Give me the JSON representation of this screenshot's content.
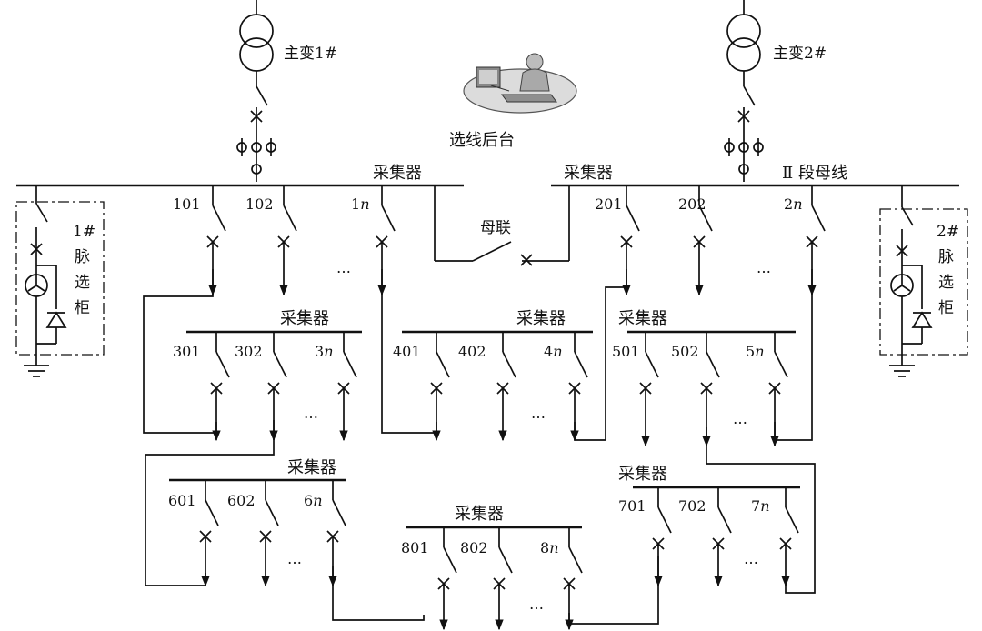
{
  "transformers": [
    {
      "label": "主变1#"
    },
    {
      "label": "主变2#"
    }
  ],
  "backend_label": "选线后台",
  "collector_label": "采集器",
  "bus2_label": "Ⅱ 段母线",
  "bus_tie_label": "母联",
  "pulse_cabinets": [
    {
      "lines": [
        "1#",
        "脉",
        "选",
        "柜"
      ]
    },
    {
      "lines": [
        "2#",
        "脉",
        "选",
        "柜"
      ]
    }
  ],
  "feeder_groups": [
    {
      "id": "bus1",
      "labels": [
        "101",
        "102",
        "1n"
      ]
    },
    {
      "id": "bus2",
      "labels": [
        "201",
        "202",
        "2n"
      ]
    },
    {
      "id": "g3",
      "labels": [
        "301",
        "302",
        "3n"
      ]
    },
    {
      "id": "g4",
      "labels": [
        "401",
        "402",
        "4n"
      ]
    },
    {
      "id": "g5",
      "labels": [
        "501",
        "502",
        "5n"
      ]
    },
    {
      "id": "g6",
      "labels": [
        "601",
        "602",
        "6n"
      ]
    },
    {
      "id": "g7",
      "labels": [
        "701",
        "702",
        "7n"
      ]
    },
    {
      "id": "g8",
      "labels": [
        "801",
        "802",
        "8n"
      ]
    }
  ],
  "ellipsis": "…"
}
